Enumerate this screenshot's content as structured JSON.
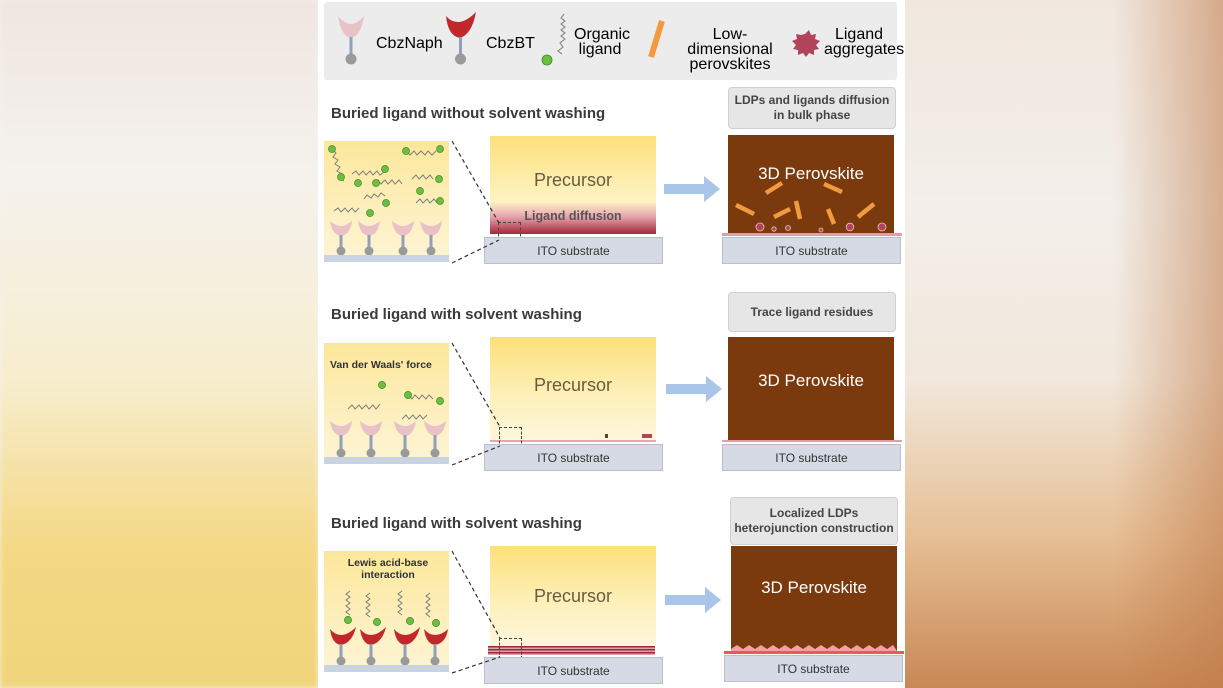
{
  "legend": {
    "cbznaph": "CbzNaph",
    "cbzbt": "CbzBT",
    "organic_ligand": "Organic ligand",
    "ldp": "Low-dimensional perovskites",
    "aggregates": "Ligand aggregates"
  },
  "colors": {
    "cbznaph": "#e8c2c6",
    "cbzbt": "#c0282a",
    "ligand_bead": "#6cbf3f",
    "ldp": "#f29a3e",
    "perovskite": "#7a3a0e",
    "aggregate": "#b1435a",
    "arrow": "#a9c6e8"
  },
  "sections": [
    {
      "title": "Buried ligand without solvent washing",
      "callout": "LDPs and ligands diffusion in bulk phase",
      "zoom_label": "",
      "precursor": "Precursor",
      "film_label": "Ligand diffusion",
      "substrate": "ITO substrate",
      "product": "3D Perovskite",
      "product_substrate": "ITO substrate"
    },
    {
      "title": "Buried ligand with solvent washing",
      "callout": "Trace ligand residues",
      "zoom_label": "Van der Waals' force",
      "precursor": "Precursor",
      "film_label": "",
      "substrate": "ITO substrate",
      "product": "3D Perovskite",
      "product_substrate": "ITO substrate"
    },
    {
      "title": "Buried ligand with solvent washing",
      "callout": "Localized LDPs heterojunction construction",
      "zoom_label": "Lewis acid-base interaction",
      "precursor": "Precursor",
      "film_label": "",
      "substrate": "ITO substrate",
      "product": "3D Perovskite",
      "product_substrate": "ITO substrate"
    }
  ]
}
